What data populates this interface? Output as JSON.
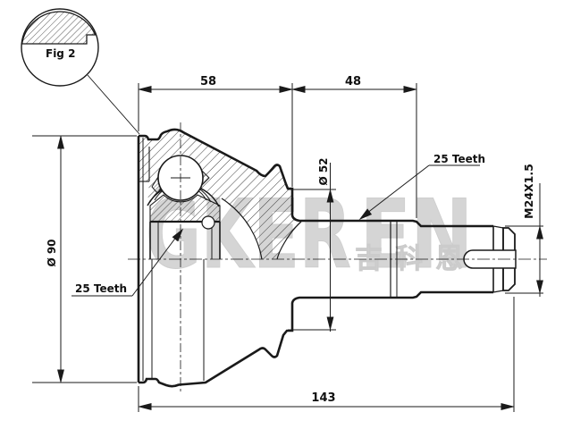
{
  "title": "CV joint technical drawing",
  "fig2": {
    "label": "Fig 2"
  },
  "dimensions": {
    "width_joint": "58",
    "width_spline": "48",
    "length_total": "143",
    "outer_diameter": "Ø 90",
    "boot_diameter": "Ø 52",
    "thread_spec": "M24X1.5",
    "spline_inner": "25 Teeth",
    "spline_outer": "25 Teeth"
  },
  "watermark": {
    "latin": [
      "GKER",
      "EN"
    ],
    "cjk": "吉科恩"
  },
  "colors": {
    "line": "#1a1a1a",
    "watermark": "#9c9c9c",
    "background": "#ffffff"
  }
}
